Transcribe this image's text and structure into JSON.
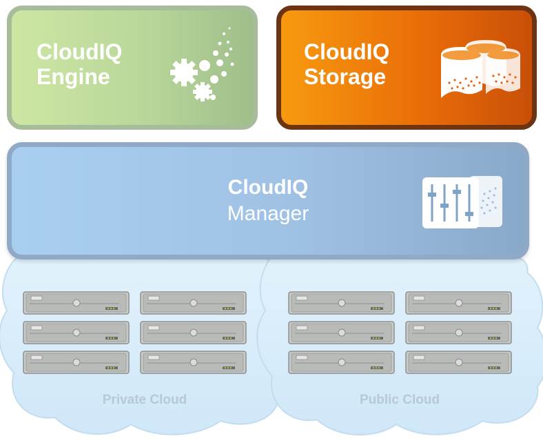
{
  "engine": {
    "title_line1": "CloudIQ",
    "title_line2": "Engine",
    "icon": "gears-icon",
    "color": "#b9d79a"
  },
  "storage": {
    "title_line1": "CloudIQ",
    "title_line2": "Storage",
    "icon": "storage-cylinders-icon",
    "color": "#ea6e08"
  },
  "manager": {
    "title_line1": "CloudIQ",
    "title_line2": "Manager",
    "icon": "control-panel-icon",
    "color": "#9fc1e4"
  },
  "clouds": [
    {
      "label": "Private Cloud",
      "servers": 6
    },
    {
      "label": "Public Cloud",
      "servers": 6
    }
  ]
}
